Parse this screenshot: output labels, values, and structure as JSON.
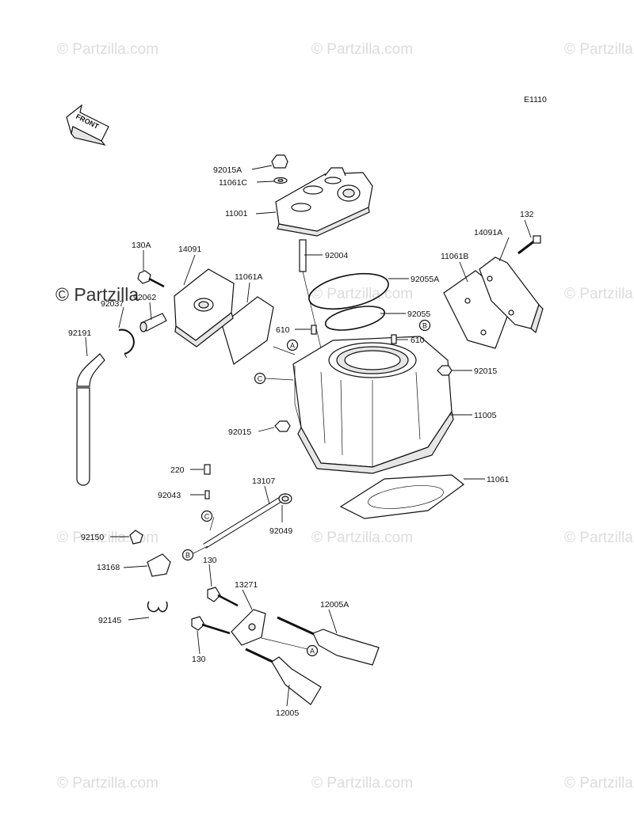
{
  "diagram_code": "E1110",
  "front_label": "FRONT",
  "watermark": "© Partzilla.com",
  "watermark_big": "© Partzilla",
  "refs": {
    "a": "A",
    "b": "B",
    "c": "C"
  },
  "parts": [
    {
      "id": "92015A",
      "label": "92015A"
    },
    {
      "id": "11061C",
      "label": "11061C"
    },
    {
      "id": "11001",
      "label": "11001"
    },
    {
      "id": "92004",
      "label": "92004"
    },
    {
      "id": "92055A",
      "label": "92055A"
    },
    {
      "id": "92055",
      "label": "92055"
    },
    {
      "id": "132",
      "label": "132"
    },
    {
      "id": "14091A",
      "label": "14091A"
    },
    {
      "id": "11061B",
      "label": "11061B"
    },
    {
      "id": "130A",
      "label": "130A"
    },
    {
      "id": "14091",
      "label": "14091"
    },
    {
      "id": "11061A",
      "label": "11061A"
    },
    {
      "id": "92037",
      "label": "92037"
    },
    {
      "id": "92062",
      "label": "92062"
    },
    {
      "id": "92191",
      "label": "92191"
    },
    {
      "id": "610a",
      "label": "610"
    },
    {
      "id": "610b",
      "label": "610"
    },
    {
      "id": "92015b",
      "label": "92015"
    },
    {
      "id": "92015c",
      "label": "92015"
    },
    {
      "id": "11005",
      "label": "11005"
    },
    {
      "id": "11061",
      "label": "11061"
    },
    {
      "id": "220",
      "label": "220"
    },
    {
      "id": "13107",
      "label": "13107"
    },
    {
      "id": "92043",
      "label": "92043"
    },
    {
      "id": "92049",
      "label": "92049"
    },
    {
      "id": "92150",
      "label": "92150"
    },
    {
      "id": "13168",
      "label": "13168"
    },
    {
      "id": "130b",
      "label": "130"
    },
    {
      "id": "13271",
      "label": "13271"
    },
    {
      "id": "12005A",
      "label": "12005A"
    },
    {
      "id": "92145",
      "label": "92145"
    },
    {
      "id": "130c",
      "label": "130"
    },
    {
      "id": "12005",
      "label": "12005"
    }
  ]
}
